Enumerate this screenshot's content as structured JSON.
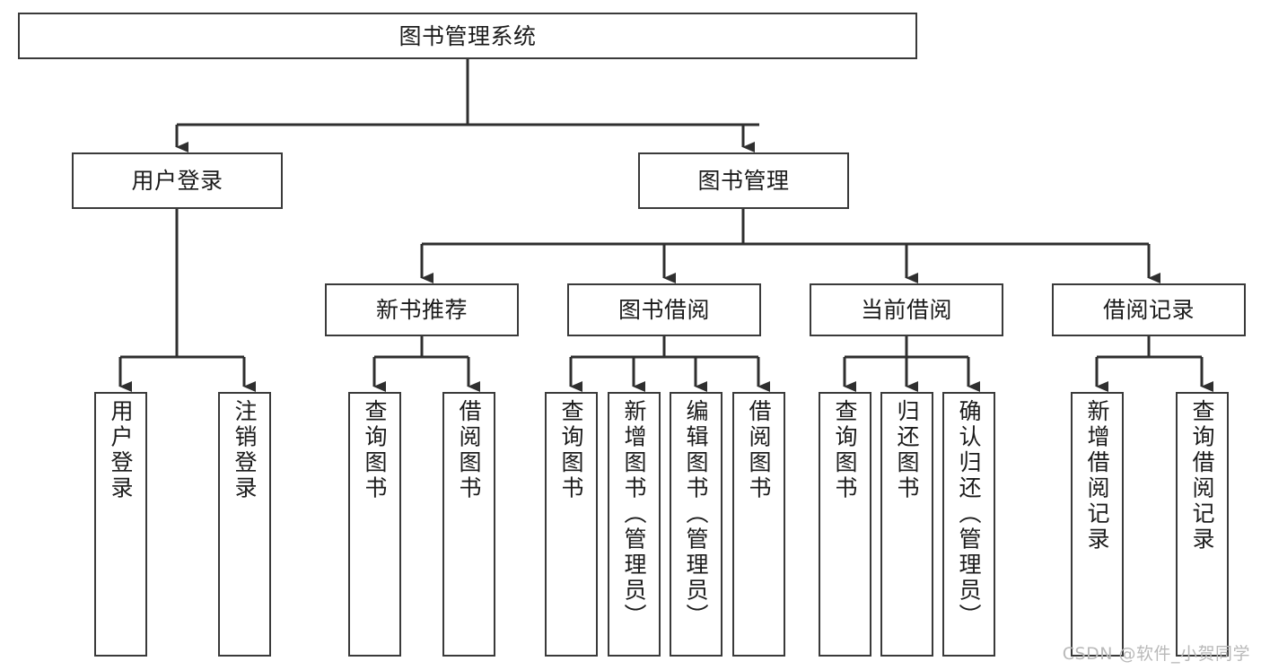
{
  "diagram": {
    "title": "图书管理系统",
    "watermark": "CSDN @软件_小贺同学",
    "nodes": {
      "root": {
        "label": "图书管理系统"
      },
      "level2": [
        {
          "id": "user-login",
          "label": "用户登录"
        },
        {
          "id": "book-manage",
          "label": "图书管理"
        }
      ],
      "level3": [
        {
          "id": "new-book-recommend",
          "label": "新书推荐"
        },
        {
          "id": "book-borrow",
          "label": "图书借阅"
        },
        {
          "id": "current-borrow",
          "label": "当前借阅"
        },
        {
          "id": "borrow-record",
          "label": "借阅记录"
        }
      ],
      "leaves": [
        {
          "id": "leaf-user-login",
          "label": "用户登录",
          "parent": "user-login"
        },
        {
          "id": "leaf-user-logout",
          "label": "注销登录",
          "parent": "user-login"
        },
        {
          "id": "leaf-query-book-1",
          "label": "查询图书",
          "parent": "new-book-recommend"
        },
        {
          "id": "leaf-borrow-book-1",
          "label": "借阅图书",
          "parent": "new-book-recommend"
        },
        {
          "id": "leaf-query-book-2",
          "label": "查询图书",
          "parent": "book-borrow"
        },
        {
          "id": "leaf-add-book",
          "label": "新增图书（管理员）",
          "parent": "book-borrow"
        },
        {
          "id": "leaf-edit-book",
          "label": "编辑图书（管理员）",
          "parent": "book-borrow"
        },
        {
          "id": "leaf-borrow-book-2",
          "label": "借阅图书",
          "parent": "book-borrow"
        },
        {
          "id": "leaf-query-book-3",
          "label": "查询图书",
          "parent": "current-borrow"
        },
        {
          "id": "leaf-return-book",
          "label": "归还图书",
          "parent": "current-borrow"
        },
        {
          "id": "leaf-confirm-return",
          "label": "确认归还（管理员）",
          "parent": "current-borrow"
        },
        {
          "id": "leaf-add-record",
          "label": "新增借阅记录",
          "parent": "borrow-record"
        },
        {
          "id": "leaf-query-record",
          "label": "查询借阅记录",
          "parent": "borrow-record"
        }
      ]
    },
    "colors": {
      "stroke": "#3a3a3a",
      "text": "#1b1b1b",
      "background": "#ffffff",
      "watermark": "#b9b9b9"
    }
  }
}
